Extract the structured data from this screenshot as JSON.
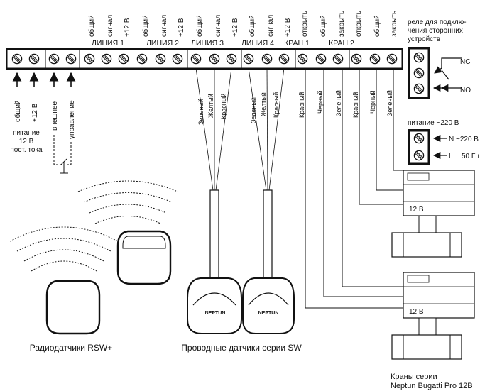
{
  "terminal_block": {
    "groups": [
      {
        "label": "ЛИНИЯ 1",
        "pins": [
          "общий",
          "сигнал",
          "+12 В"
        ]
      },
      {
        "label": "ЛИНИЯ 2",
        "pins": [
          "общий",
          "сигнал",
          "+12 В"
        ]
      },
      {
        "label": "ЛИНИЯ 3",
        "pins": [
          "общий",
          "сигнал",
          "+12 В"
        ]
      },
      {
        "label": "ЛИНИЯ 4",
        "pins": [
          "общий",
          "сигнал",
          "+12 В"
        ]
      },
      {
        "label": "КРАН 1",
        "pins": [
          "открыть"
        ]
      },
      {
        "label": "КРАН 2",
        "pins": [
          "общий",
          "закрыть",
          "открыть",
          "общий",
          "закрыть"
        ]
      }
    ],
    "bottom_left_labels": [
      "общий",
      "+12 В",
      "внешнее",
      "управление"
    ]
  },
  "power_dc": {
    "line1": "питание",
    "line2": "12 В",
    "line3": "пост. тока"
  },
  "relay": {
    "title_lines": [
      "реле для подклю-",
      "чения сторонних",
      "устройств"
    ],
    "nc": "NC",
    "no": "NO"
  },
  "power_ac": {
    "title": "питание ~220 В",
    "n": "N ~220 В",
    "l": "L",
    "freq": "50 Гц"
  },
  "wires": {
    "line3": [
      "Зеленый",
      "Желтый",
      "Красный"
    ],
    "line4": [
      "Зеленый",
      "Желтый",
      "Красный"
    ],
    "valve1": [
      "Красный",
      "Черный",
      "Зеленый"
    ],
    "valve2": [
      "Красный",
      "Черный",
      "Зеленый"
    ]
  },
  "valve_label": "12 В",
  "sensor_brand": "NEPTUN",
  "captions": {
    "radio": "Радиодатчики RSW+",
    "wired": "Проводные датчики серии SW",
    "valves_line1": "Краны серии",
    "valves_line2": "Neptun Bugatti Pro 12В"
  }
}
